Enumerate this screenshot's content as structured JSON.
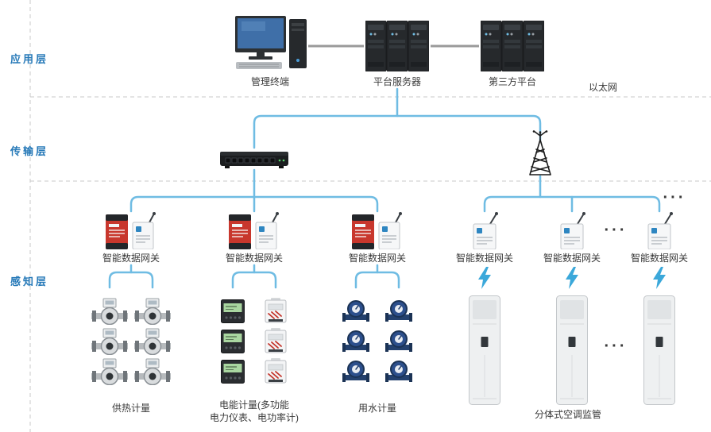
{
  "colors": {
    "wire_blue": "#6fbce3",
    "wire_gray": "#9a9a9a",
    "layer_label_blue": "#2679b8",
    "gateway_red": "#c8372d",
    "bolt_blue": "#3ba8da"
  },
  "layers": {
    "application": "应用层",
    "transmission": "传输层",
    "perception": "感知层"
  },
  "application_layer": {
    "terminal": "管理终端",
    "platform_server": "平台服务器",
    "third_party": "第三方平台",
    "ethernet": "以太网"
  },
  "gateway_label": "智能数据网关",
  "groups": {
    "heat": "供热计量",
    "electric_line1": "电能计量(多功能",
    "electric_line2": "电力仪表、电功率计)",
    "water": "用水计量",
    "ac": "分体式空调监管"
  },
  "ellipsis": "···"
}
